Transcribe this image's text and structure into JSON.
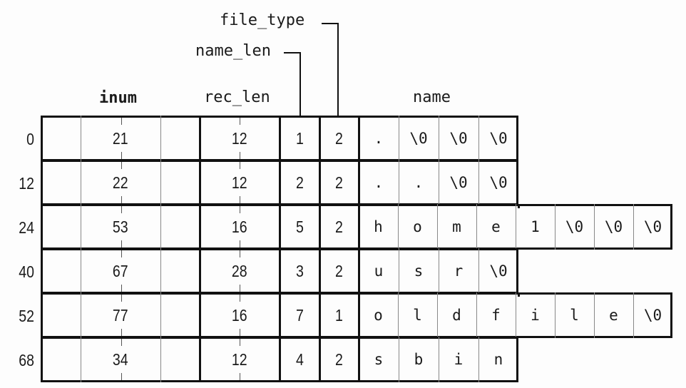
{
  "headers": {
    "inum": "inum",
    "rec_len": "rec_len",
    "name": "name",
    "name_len": "name_len",
    "file_type": "file_type"
  },
  "entries": [
    {
      "offset": "0",
      "inum": "21",
      "rec_len": "12",
      "name_len": "1",
      "file_type": "2",
      "name": [
        ".",
        "\\0",
        "\\0",
        "\\0"
      ]
    },
    {
      "offset": "12",
      "inum": "22",
      "rec_len": "12",
      "name_len": "2",
      "file_type": "2",
      "name": [
        ".",
        ".",
        "\\0",
        "\\0"
      ]
    },
    {
      "offset": "24",
      "inum": "53",
      "rec_len": "16",
      "name_len": "5",
      "file_type": "2",
      "name": [
        "h",
        "o",
        "m",
        "e",
        "1",
        "\\0",
        "\\0",
        "\\0"
      ]
    },
    {
      "offset": "40",
      "inum": "67",
      "rec_len": "28",
      "name_len": "3",
      "file_type": "2",
      "name": [
        "u",
        "s",
        "r",
        "\\0"
      ]
    },
    {
      "offset": "52",
      "inum": "77",
      "rec_len": "16",
      "name_len": "7",
      "file_type": "1",
      "name": [
        "o",
        "l",
        "d",
        "f",
        "i",
        "l",
        "e",
        "\\0"
      ]
    },
    {
      "offset": "68",
      "inum": "34",
      "rec_len": "12",
      "name_len": "4",
      "file_type": "2",
      "name": [
        "s",
        "b",
        "i",
        "n"
      ]
    }
  ]
}
